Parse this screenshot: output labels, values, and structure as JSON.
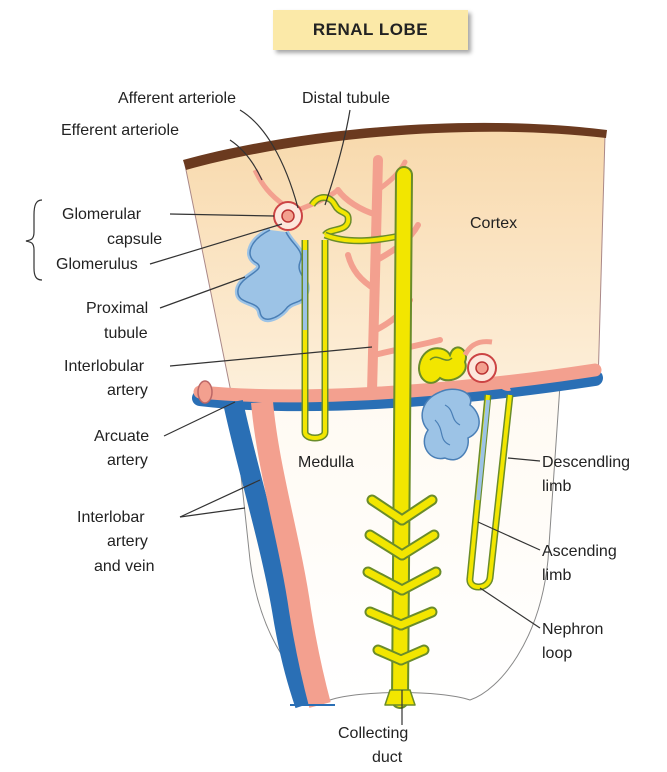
{
  "title": "RENAL LOBE",
  "labels": {
    "afferent_arteriole": "Afferent arteriole",
    "distal_tubule": "Distal tubule",
    "efferent_arteriole": "Efferent arteriole",
    "glomerular_capsule_1": "Glomerular",
    "glomerular_capsule_2": "capsule",
    "glomerulus": "Glomerulus",
    "proximal_tubule_1": "Proximal",
    "proximal_tubule_2": "tubule",
    "interlobular_artery_1": "Interlobular",
    "interlobular_artery_2": "artery",
    "arcuate_artery_1": "Arcuate",
    "arcuate_artery_2": "artery",
    "interlobar_1": "Interlobar",
    "interlobar_2": "artery",
    "interlobar_3": "and vein",
    "cortex": "Cortex",
    "medulla": "Medulla",
    "descending_limb_1": "Descendling",
    "descending_limb_2": "limb",
    "ascending_limb_1": "Ascending",
    "ascending_limb_2": "limb",
    "nephron_loop_1": "Nephron",
    "nephron_loop_2": "loop",
    "collecting_duct_1": "Collecting",
    "collecting_duct_2": "duct"
  },
  "colors": {
    "cortex": "#fbe2bd",
    "capsule_top": "#6b3a1f",
    "artery": "#f3a08f",
    "vein": "#2a6fb5",
    "duct": "#f2e600",
    "tubule_blue": "#9cc3e6",
    "title_bg": "#fbe9a8"
  }
}
